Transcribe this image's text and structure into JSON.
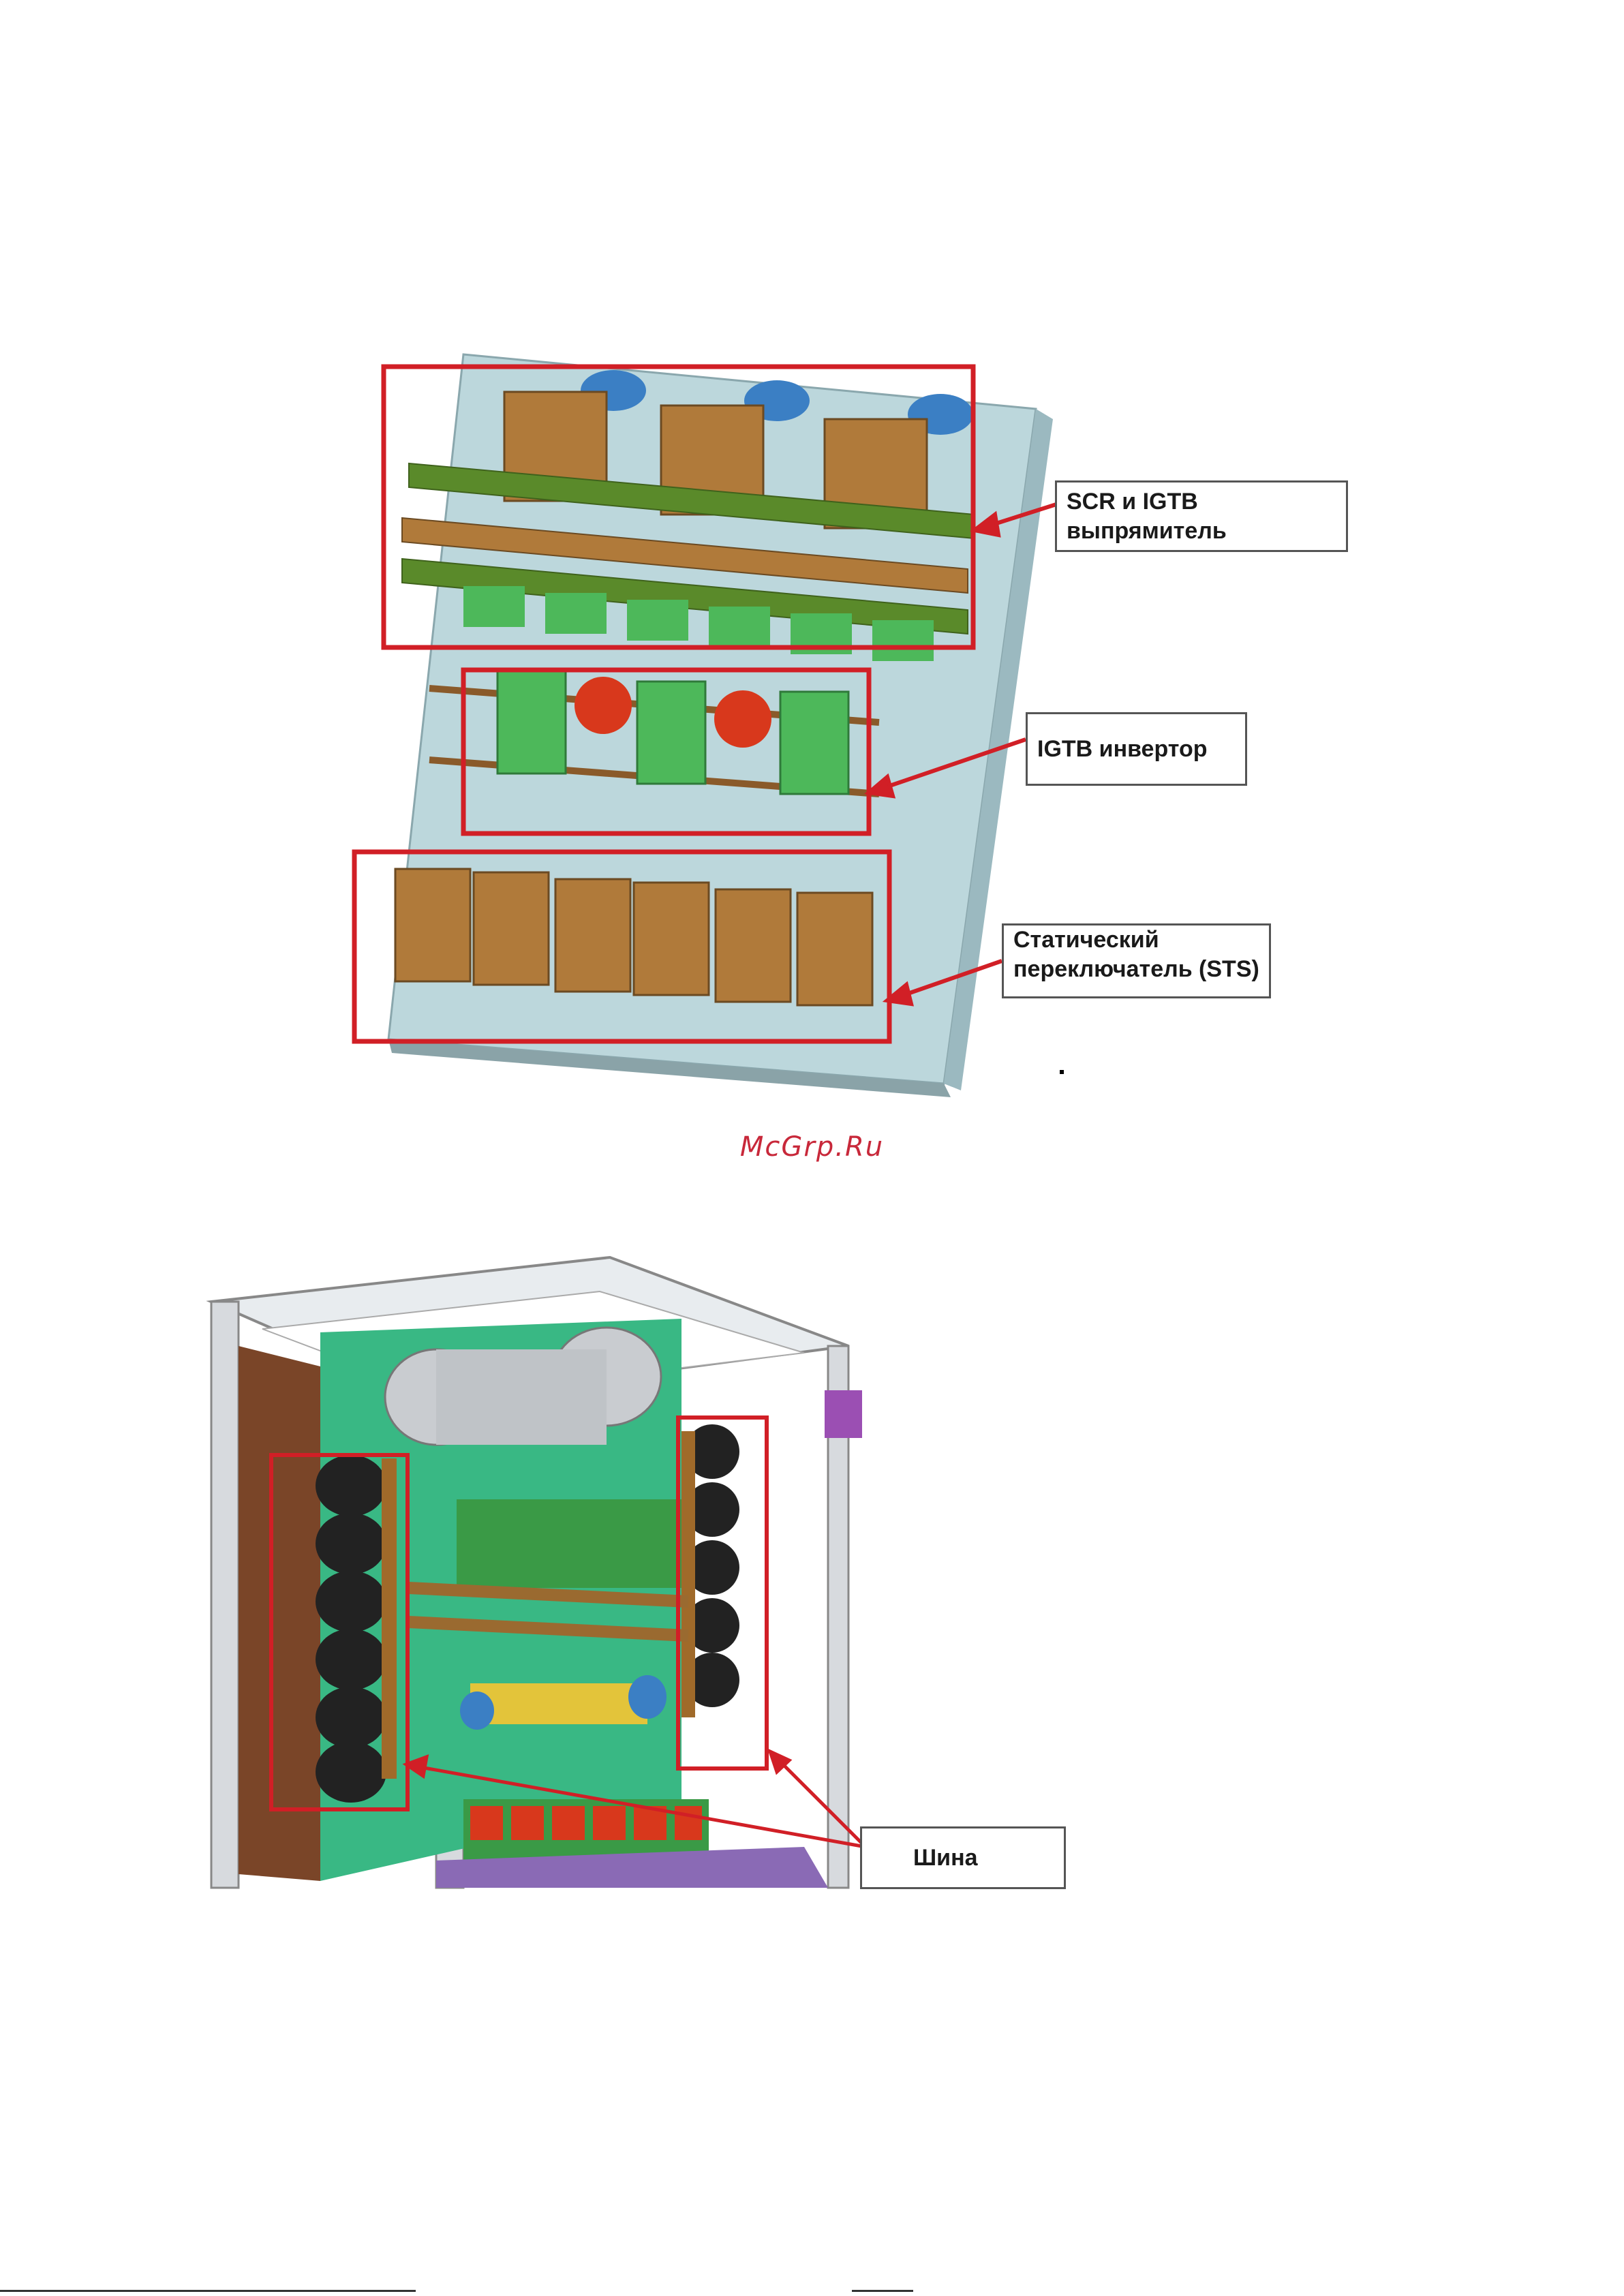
{
  "callouts": {
    "rectifier": "SCR и IGTB выпрямитель",
    "inverter": "IGTB инвертор",
    "sts_line1": "Статический",
    "sts_line2": "переключатель (STS)",
    "busbar": "Шина"
  },
  "watermark": "McGrp.Ru",
  "colors": {
    "highlight_box": "#d11f26",
    "panel": "#bcd7dc",
    "busbar_green": "#5a8a2a",
    "copper": "#b07a3a",
    "pcb_green": "#4db85a",
    "capacitor_red": "#d8381c",
    "knob_blue": "#3b7fc4"
  }
}
